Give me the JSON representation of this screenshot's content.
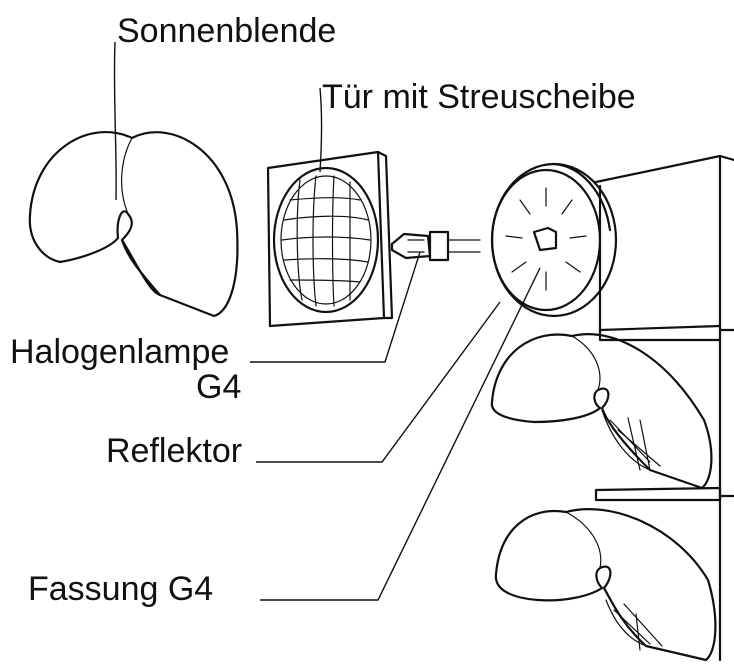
{
  "labels": {
    "sonnenblende": "Sonnenblende",
    "tuer": "Tür mit Streuscheibe",
    "halogenlampe_line1": "Halogenlampe",
    "halogenlampe_line2": "G4",
    "reflektor": "Reflektor",
    "fassung": "Fassung G4"
  }
}
